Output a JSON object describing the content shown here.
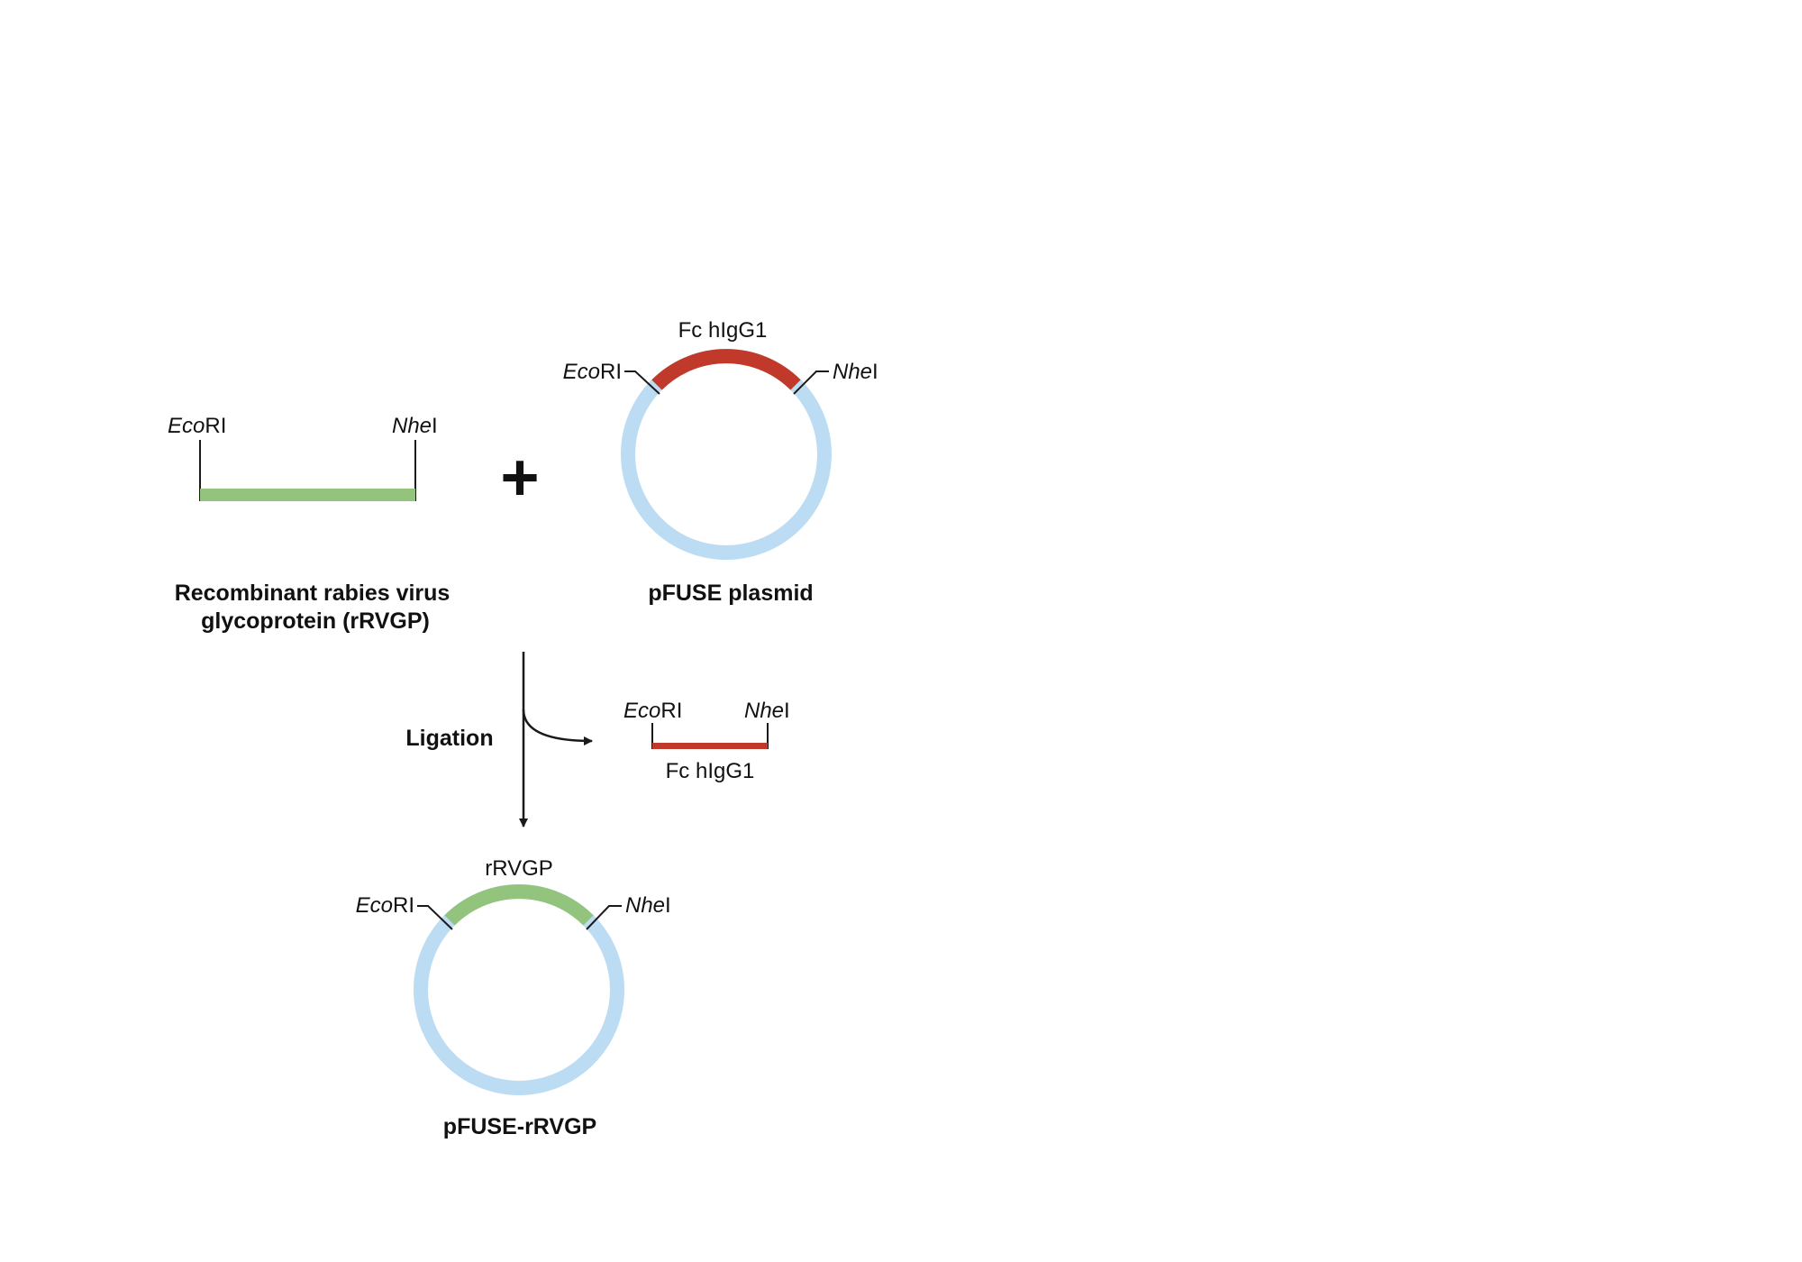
{
  "enzymes": {
    "ecori_italic": "Eco",
    "ecori_suffix": "RI",
    "nhei_italic": "Nhe",
    "nhei_suffix": "I"
  },
  "insert": {
    "caption_line1": "Recombinant rabies virus",
    "caption_line2": "glycoprotein (rRVGP)"
  },
  "plus_symbol": "+",
  "plasmid": {
    "segment_label": "Fc hIgG1",
    "caption": "pFUSE plasmid"
  },
  "ligation": {
    "label": "Ligation",
    "released_fragment_label": "Fc hIgG1"
  },
  "product": {
    "segment_label": "rRVGP",
    "caption": "pFUSE-rRVGP"
  },
  "colors": {
    "insert_green": "#93C47D",
    "fc_red": "#C0392B",
    "backbone_blue": "#BBDCF3",
    "line_black": "#1A1A1A"
  }
}
